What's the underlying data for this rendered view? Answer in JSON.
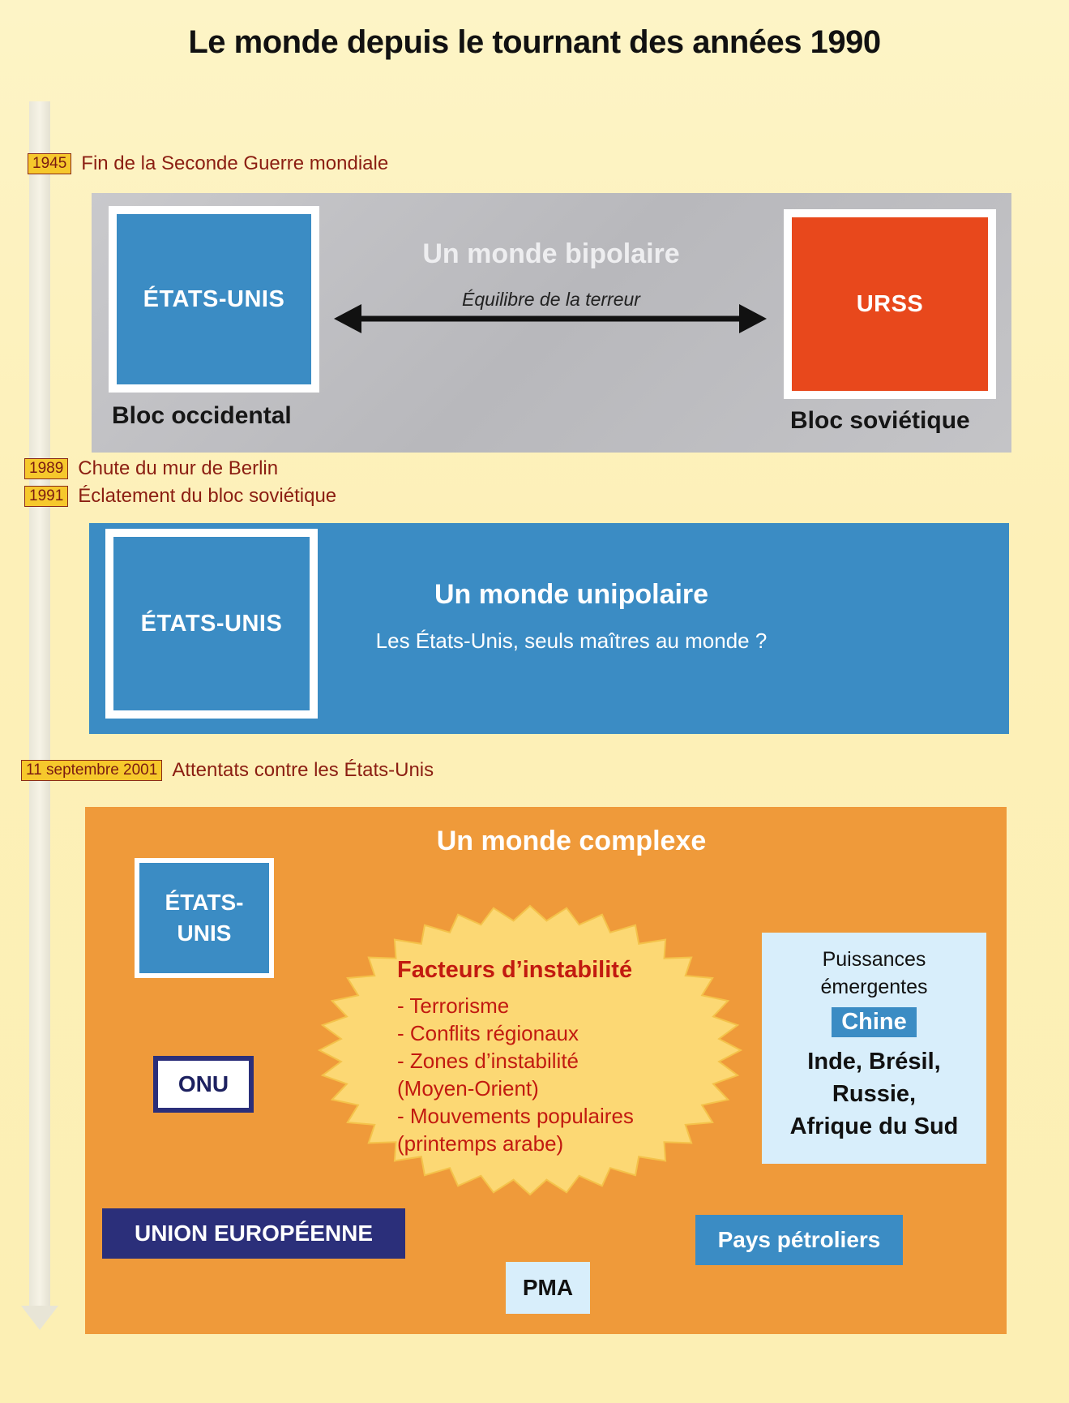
{
  "title": "Le monde depuis le tournant des années 1990",
  "timeline": [
    {
      "year": "1945",
      "event": "Fin de la Seconde Guerre mondiale"
    },
    {
      "year": "1989",
      "event": "Chute du mur de Berlin"
    },
    {
      "year": "1991",
      "event": "Éclatement du bloc soviétique"
    },
    {
      "year": "11 septembre 2001",
      "event": "Attentats contre les États-Unis"
    }
  ],
  "bipolar": {
    "title": "Un monde bipolaire",
    "subtitle": "Équilibre de la terreur",
    "left_box": "ÉTATS-UNIS",
    "left_caption": "Bloc occidental",
    "right_box": "URSS",
    "right_caption": "Bloc soviétique"
  },
  "unipolar": {
    "title": "Un monde unipolaire",
    "subtitle": "Les États-Unis, seuls maîtres au monde ?",
    "box": "ÉTATS-UNIS"
  },
  "complex": {
    "title": "Un monde complexe",
    "us_line1": "ÉTATS-",
    "us_line2": "UNIS",
    "onu": "ONU",
    "ue": "UNION EUROPÉENNE",
    "pma": "PMA",
    "petrol": "Pays pétroliers",
    "factors_title": "Facteurs d’instabilité",
    "factors": [
      "- Terrorisme",
      "- Conflits régionaux",
      "- Zones d’instabilité",
      "(Moyen-Orient)",
      "- Mouvements populaires",
      "(printemps arabe)"
    ],
    "emerging_title1": "Puissances",
    "emerging_title2": "émergentes",
    "china": "Chine",
    "others": [
      "Inde, Brésil,",
      "Russie,",
      "Afrique du Sud"
    ]
  },
  "colors": {
    "blue": "#3b8cc4",
    "red": "#e8481c",
    "orange": "#ef9a3a",
    "grey": "#c0c0c4",
    "navy": "#2b2f7a",
    "dark_red_text": "#c21a10"
  }
}
